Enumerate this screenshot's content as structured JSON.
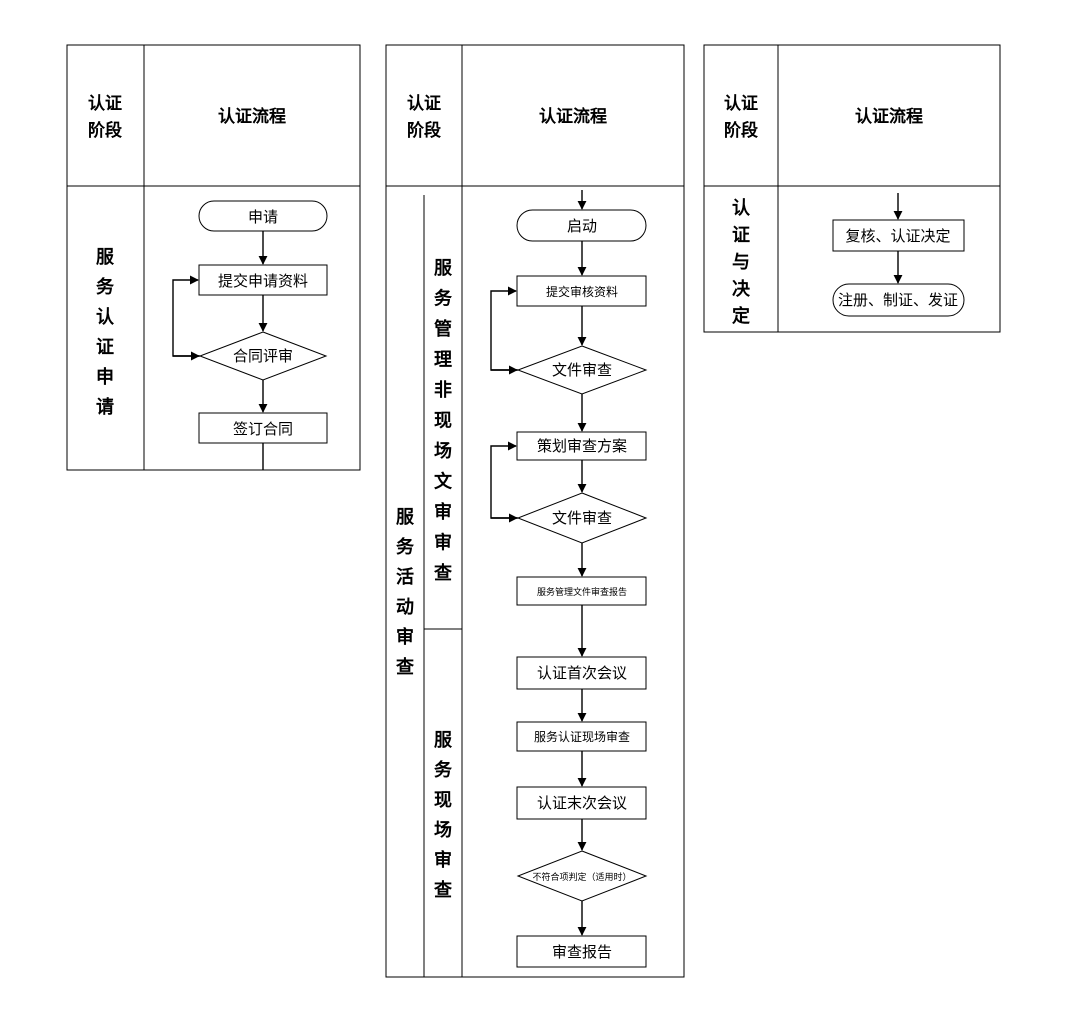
{
  "panels": [
    {
      "header": {
        "stage": [
          "认证",
          "阶段"
        ],
        "process": "认证流程"
      },
      "stage_label": "服务认证申请",
      "nodes": {
        "start": "申请",
        "submit": "提交申请资料",
        "review": "合同评审",
        "sign": "签订合同"
      }
    },
    {
      "header": {
        "stage": [
          "认证",
          "阶段"
        ],
        "process": "认证流程"
      },
      "stage_label": "服务活动审查",
      "sub_stages": {
        "offsite": "服务管理非现场文审审查",
        "onsite": "服务现场审查"
      },
      "nodes": {
        "start": "启动",
        "submit": "提交审核资料",
        "doc_review1": "文件审查",
        "plan": "策划审查方案",
        "doc_review2": "文件审查",
        "report1": "服务管理文件审查报告",
        "first_meeting": "认证首次会议",
        "onsite_review": "服务认证现场审查",
        "last_meeting": "认证末次会议",
        "nonconform": "不符合项判定（适用时）",
        "final_report": "审查报告"
      }
    },
    {
      "header": {
        "stage": [
          "认证",
          "阶段"
        ],
        "process": "认证流程"
      },
      "stage_label": "认证与决定",
      "nodes": {
        "review": "复核、认证决定",
        "issue": "注册、制证、发证"
      }
    }
  ]
}
